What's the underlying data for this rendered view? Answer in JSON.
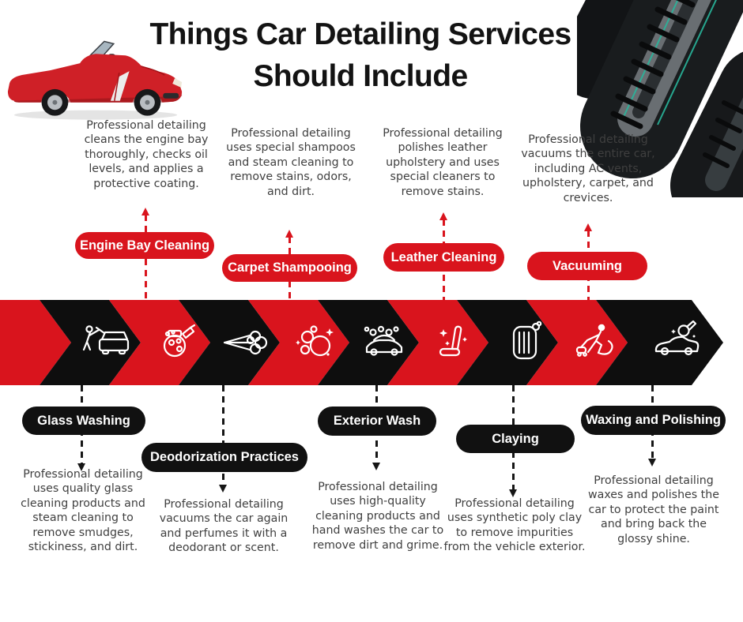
{
  "title": {
    "line1": "Things Car Detailing Services",
    "line2": "Should Include"
  },
  "palette": {
    "accent_red": "#d9141d",
    "accent_black": "#111111",
    "body_text": "#3f3f3f",
    "pill_text": "#ffffff"
  },
  "top_services": [
    {
      "label": "Engine Bay Cleaning",
      "description": "Professional detailing cleans the engine bay thoroughly, checks oil levels, and applies a protective coating.",
      "icon": "engine-icon"
    },
    {
      "label": "Carpet Shampooing",
      "description": "Professional detailing uses special shampoos and steam cleaning to remove stains, odors, and dirt.",
      "icon": "shampoo-bubbles-icon"
    },
    {
      "label": "Leather Cleaning",
      "description": "Professional detailing polishes leather upholstery and uses special cleaners to remove stains.",
      "icon": "leather-seat-icon"
    },
    {
      "label": "Vacuuming",
      "description": "Professional detailing vacuums the entire car, including AC vents, upholstery, carpet, and crevices.",
      "icon": "vacuum-cleaner-icon"
    }
  ],
  "bottom_services": [
    {
      "label": "Glass Washing",
      "description": "Professional detailing uses quality glass cleaning products and steam cleaning to remove smudges, stickiness, and dirt.",
      "icon": "glass-washing-icon"
    },
    {
      "label": "Deodorization Practices",
      "description": "Professional detailing vacuums the car again and perfumes it with a deodorant or scent.",
      "icon": "air-deodorizing-icon"
    },
    {
      "label": "Exterior Wash",
      "description": "Professional detailing uses high-quality cleaning products and hand washes the car to remove dirt and grime.",
      "icon": "exterior-wash-icon"
    },
    {
      "label": "Claying",
      "description": "Professional detailing uses synthetic poly clay to remove impurities from the vehicle exterior.",
      "icon": "clay-mat-icon"
    },
    {
      "label": "Waxing and Polishing",
      "description": "Professional detailing waxes and polishes the car to protect the paint and bring back the glossy shine.",
      "icon": "polishing-machine-icon"
    }
  ],
  "band_icon_order": [
    "glass-washing-icon",
    "engine-icon",
    "air-deodorizing-icon",
    "shampoo-bubbles-icon",
    "exterior-wash-icon",
    "leather-seat-icon",
    "clay-mat-icon",
    "vacuum-cleaner-icon",
    "polishing-machine-icon"
  ],
  "decorations": {
    "top_left": "red-convertible-car",
    "top_right": "stacked-tires"
  }
}
